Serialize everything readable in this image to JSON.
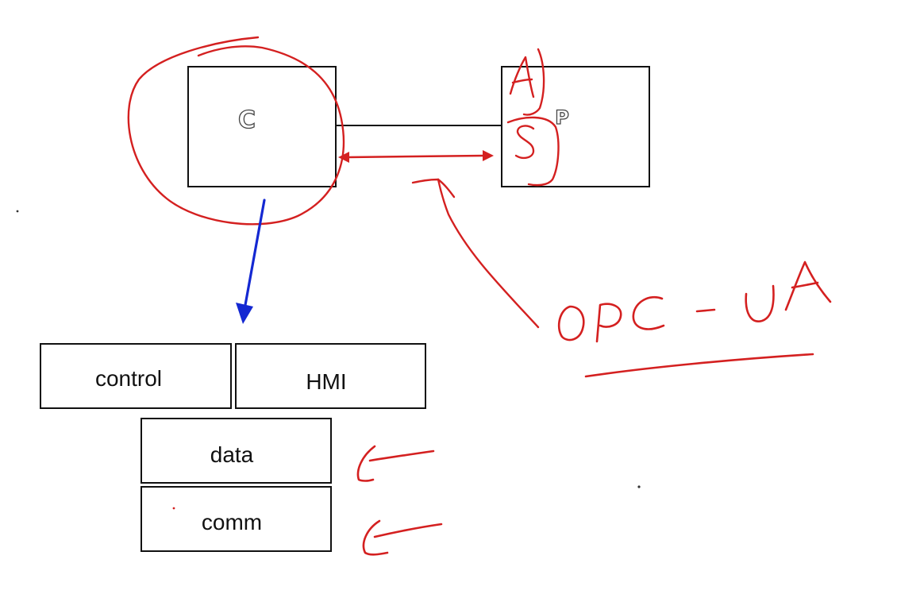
{
  "diagram": {
    "controller_label": "C",
    "plant_label": "P",
    "handwritten_labels": {
      "protocol": "OPC-UA",
      "plant_upper": "A",
      "plant_lower": "S"
    },
    "stack": {
      "control": "control",
      "hmi": "HMI",
      "data": "data",
      "comm": "comm"
    }
  },
  "colors": {
    "ink": "#111111",
    "annotation_red": "#d42020",
    "annotation_blue": "#1428d2",
    "background": "#ffffff"
  }
}
